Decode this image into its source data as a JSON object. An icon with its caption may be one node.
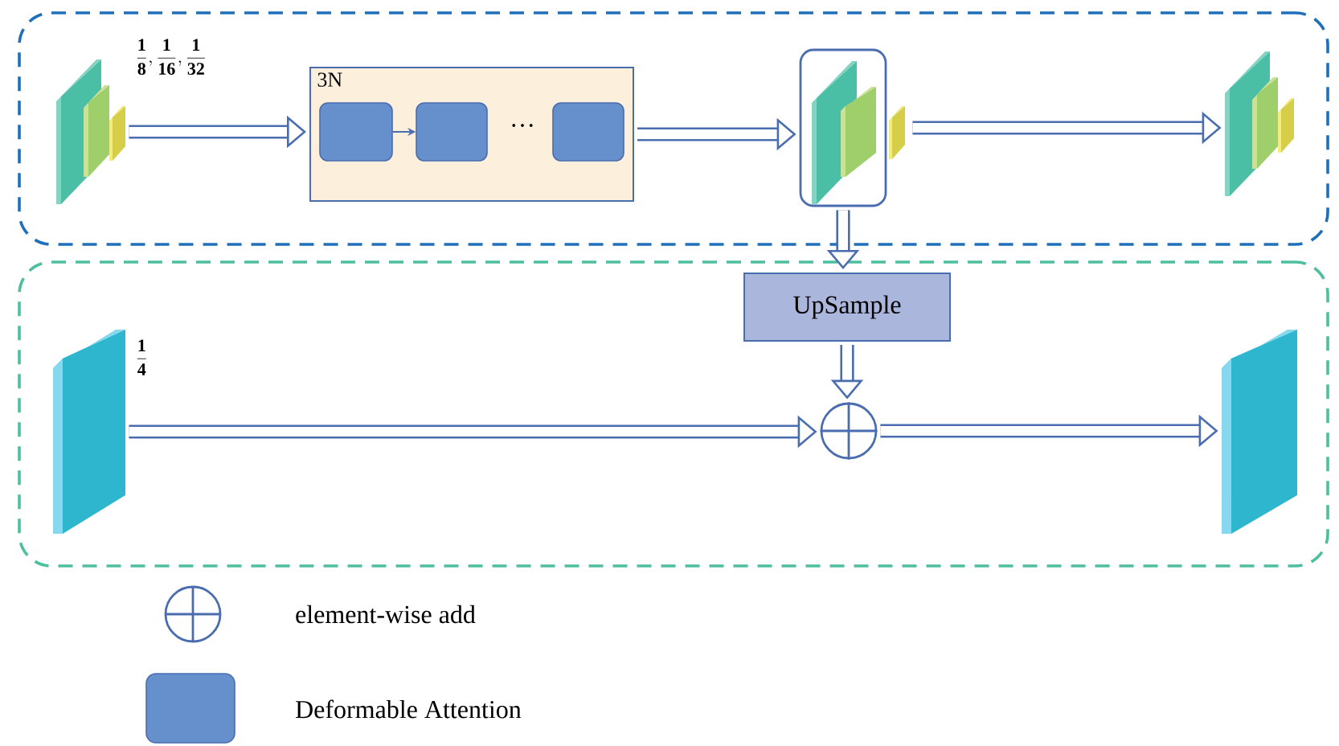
{
  "diagram": {
    "nodes": [
      {
        "text": [],
        "shape": "box"
      },
      {
        "text": [],
        "shape": "box"
      },
      {
        "text": [],
        "shape": "picture",
        "in": 0,
        "beside": [
          "\\mathbf{\\frac{1}{8}},\\mathbf{\\frac{1}{16}},\\mathbf{\\frac{1}{32}}"
        ]
      },
      {
        "text": [
          "3N"
        ],
        "in": 0
      },
      {
        "text": [],
        "shape": "box",
        "in": 3
      },
      {
        "text": [],
        "shape": "box",
        "in": 3
      },
      {
        "text": [],
        "shape": "box",
        "in": 3
      },
      {
        "text": [],
        "shape": "box",
        "in": 0
      },
      {
        "text": [],
        "shape": "picture",
        "in": 0
      },
      {
        "text": [
          "UpSample"
        ],
        "in": 1
      },
      {
        "text": [],
        "shape": "picture",
        "in": 1,
        "beside": [
          "\\mathbf{\\frac{1}{4}}"
        ]
      },
      {
        "text": [],
        "shape": "circle",
        "in": 1
      },
      {
        "text": [],
        "shape": "picture",
        "in": 1
      }
    ],
    "edges": [
      {
        "from": 2,
        "to": 3,
        "arrow": "to"
      },
      {
        "from": 4,
        "to": 5,
        "arrow": "to"
      },
      {
        "from": 3,
        "to": 7,
        "arrow": "to"
      },
      {
        "from": 7,
        "to": 8,
        "arrow": "to"
      },
      {
        "from": 7,
        "to": 9,
        "arrow": "to"
      },
      {
        "from": 9,
        "to": 11,
        "arrow": "to"
      },
      {
        "from": 10,
        "to": 11,
        "arrow": "to"
      },
      {
        "from": 11,
        "to": 12,
        "arrow": "to"
      }
    ],
    "labels": [
      "…"
    ],
    "legend": [
      {
        "text": "element-wise add"
      },
      {
        "text": "Deformable Attention",
        "color": "#6690cc"
      }
    ]
  }
}
